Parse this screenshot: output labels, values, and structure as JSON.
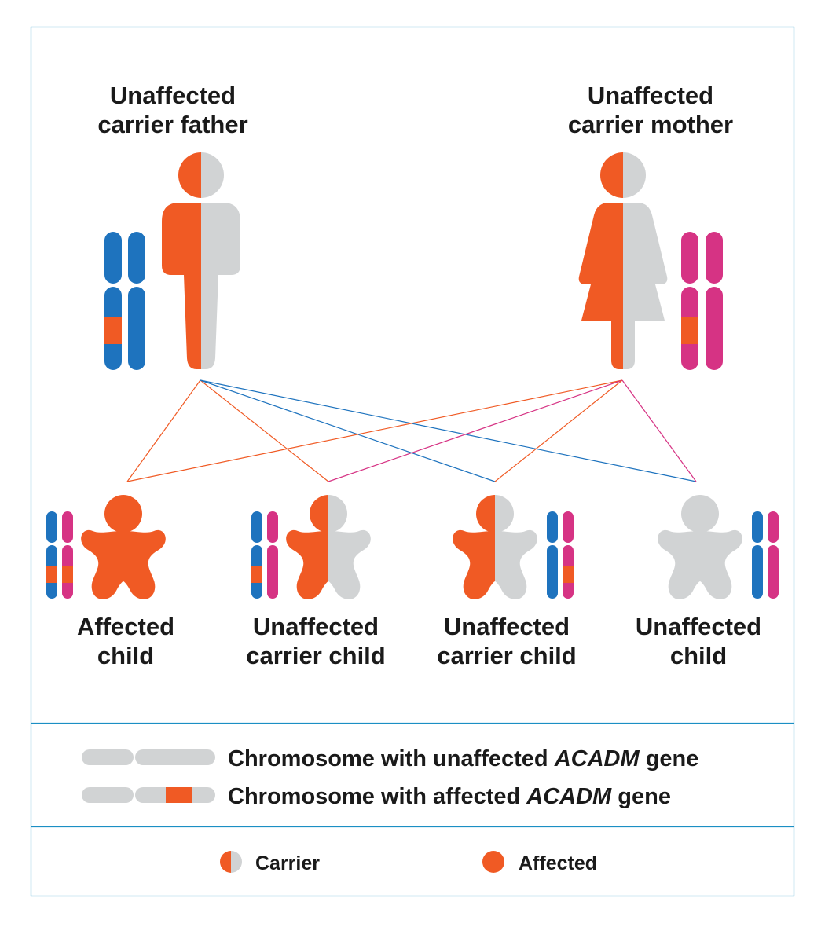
{
  "colors": {
    "affected": "#f05a24",
    "unaffected": "#d1d3d4",
    "father_chromosome": "#1e73be",
    "mother_chromosome": "#d63384",
    "border": "#1b8fc4",
    "text": "#1a1a1a"
  },
  "parents": {
    "father": {
      "line1": "Unaffected",
      "line2": "carrier father"
    },
    "mother": {
      "line1": "Unaffected",
      "line2": "carrier mother"
    }
  },
  "children": [
    {
      "line1": "Affected",
      "line2": "child",
      "status": "affected"
    },
    {
      "line1": "Unaffected",
      "line2": "carrier child",
      "status": "carrier"
    },
    {
      "line1": "Unaffected",
      "line2": "carrier child",
      "status": "carrier"
    },
    {
      "line1": "Unaffected",
      "line2": "child",
      "status": "unaffected"
    }
  ],
  "chromosome_legend": {
    "unaffected": {
      "prefix": "Chromosome with unaffected ",
      "gene": "ACADM",
      "suffix": " gene"
    },
    "affected": {
      "prefix": "Chromosome with affected ",
      "gene": "ACADM",
      "suffix": " gene"
    }
  },
  "status_legend": {
    "carrier": "Carrier",
    "affected": "Affected"
  }
}
